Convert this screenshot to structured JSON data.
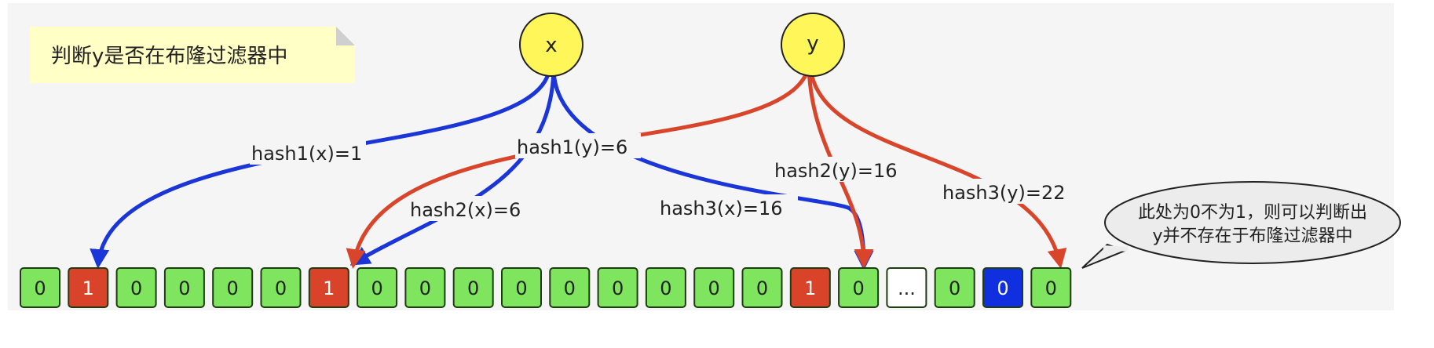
{
  "note": {
    "text": "判断y是否在布隆过滤器中"
  },
  "nodes": {
    "x": {
      "label": "x"
    },
    "y": {
      "label": "y"
    }
  },
  "edges": [
    {
      "from": "x",
      "to_bit": 1,
      "label": "hash1(x)=1",
      "color": "#1a35d8"
    },
    {
      "from": "x",
      "to_bit": 6,
      "label": "hash2(x)=6",
      "color": "#1a35d8"
    },
    {
      "from": "x",
      "to_bit": 16,
      "label": "hash3(x)=16",
      "color": "#1a35d8"
    },
    {
      "from": "y",
      "to_bit": 6,
      "label": "hash1(y)=6",
      "color": "#d9452a"
    },
    {
      "from": "y",
      "to_bit": 16,
      "label": "hash2(y)=16",
      "color": "#d9452a"
    },
    {
      "from": "y",
      "to_bit": 22,
      "label": "hash3(y)=22",
      "color": "#d9452a"
    }
  ],
  "bits": [
    {
      "value": "0",
      "state": "unset"
    },
    {
      "value": "1",
      "state": "set"
    },
    {
      "value": "0",
      "state": "unset"
    },
    {
      "value": "0",
      "state": "unset"
    },
    {
      "value": "0",
      "state": "unset"
    },
    {
      "value": "0",
      "state": "unset"
    },
    {
      "value": "1",
      "state": "set"
    },
    {
      "value": "0",
      "state": "unset"
    },
    {
      "value": "0",
      "state": "unset"
    },
    {
      "value": "0",
      "state": "unset"
    },
    {
      "value": "0",
      "state": "unset"
    },
    {
      "value": "0",
      "state": "unset"
    },
    {
      "value": "0",
      "state": "unset"
    },
    {
      "value": "0",
      "state": "unset"
    },
    {
      "value": "0",
      "state": "unset"
    },
    {
      "value": "0",
      "state": "unset"
    },
    {
      "value": "1",
      "state": "set"
    },
    {
      "value": "0",
      "state": "unset"
    },
    {
      "value": "...",
      "state": "ellipsis"
    },
    {
      "value": "0",
      "state": "unset"
    },
    {
      "value": "0",
      "state": "check"
    },
    {
      "value": "0",
      "state": "unset"
    }
  ],
  "callout": {
    "lines": [
      "此处为0不为1，则可以判断出",
      "y并不存在于布隆过滤器中"
    ]
  },
  "colors": {
    "unset": "#7fe55f",
    "set": "#d9432a",
    "check": "#1030e0",
    "ellipsis": "#ffffff",
    "x_edges": "#1a35d8",
    "y_edges": "#d9452a",
    "node_fill": "#fff65a",
    "note_fill": "#ffffc6",
    "background": "#f5f5f5"
  }
}
